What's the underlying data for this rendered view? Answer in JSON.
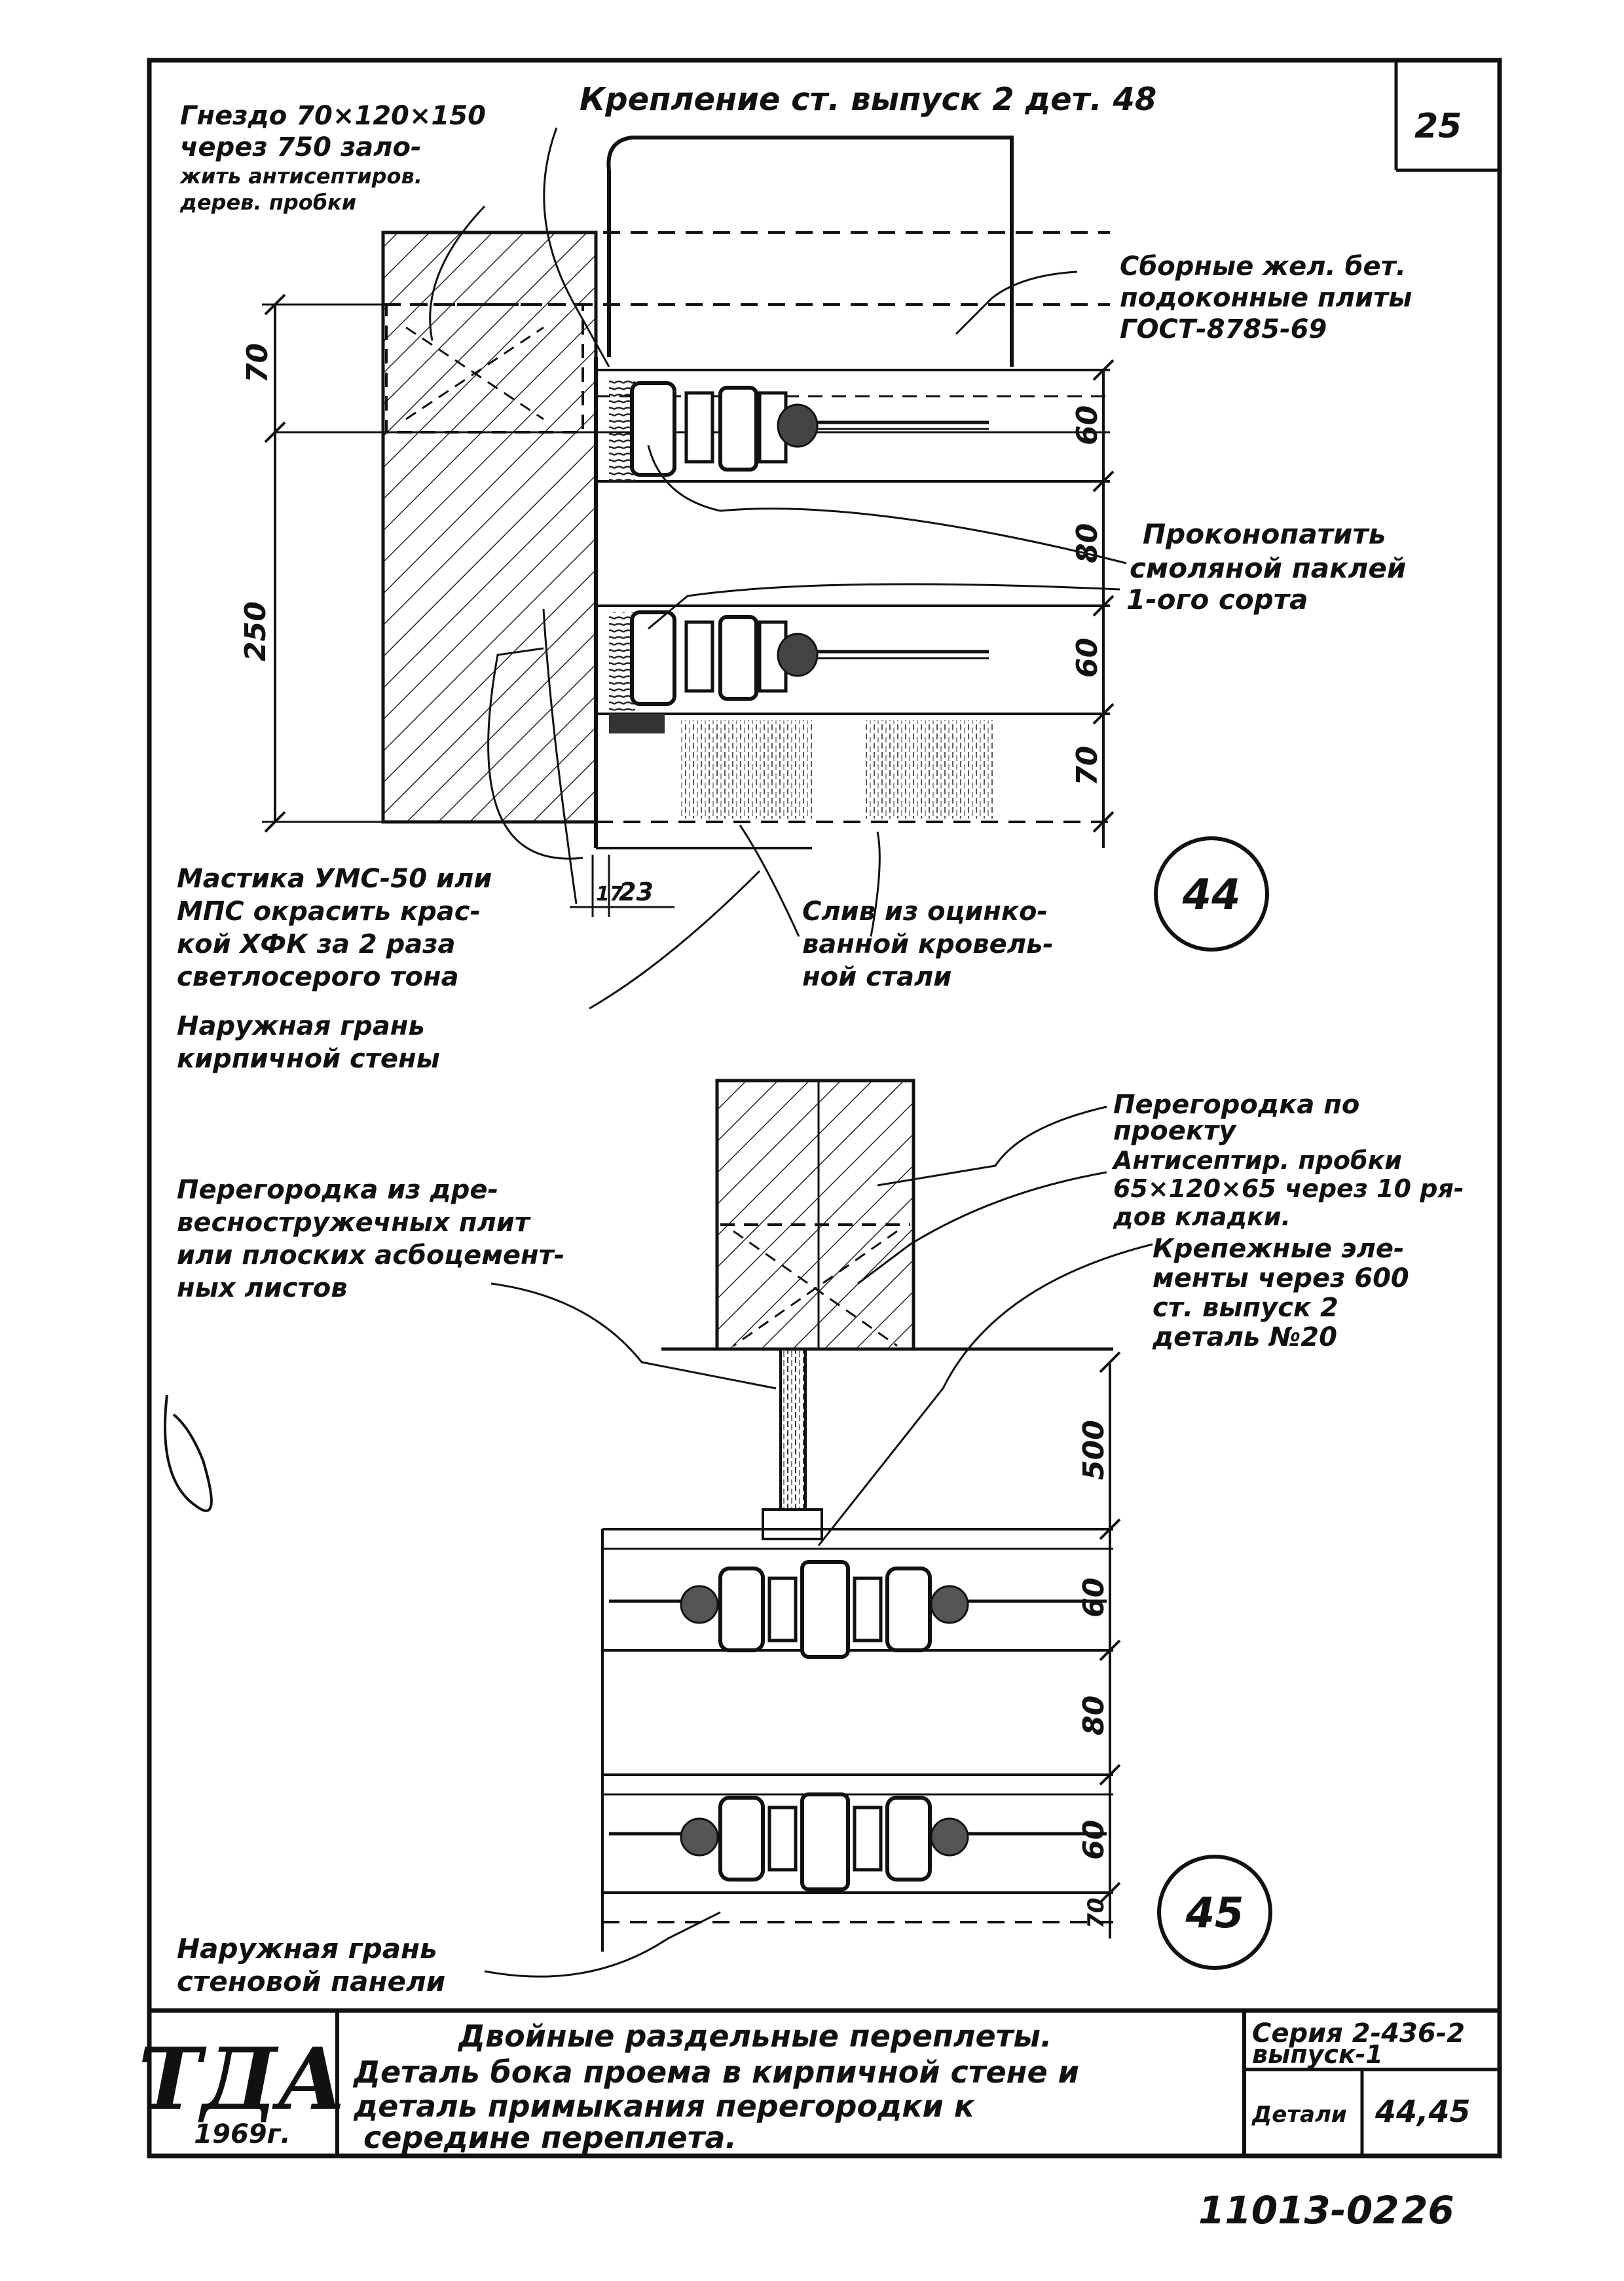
{
  "sheet": {
    "number": "25",
    "bottom_number": "11013-02",
    "bottom_page": "26"
  },
  "detail44": {
    "circle_label": "44",
    "notes": {
      "nest": [
        "Гнездо 70×120×150",
        "через 750 зало-",
        "жить антисептиров.",
        "дерев. пробки"
      ],
      "fastening": "Крепление ст. выпуск 2 дет. 48",
      "sill": [
        "Сборные жел. бет.",
        "подоконные плиты",
        "ГОСТ-8785-69"
      ],
      "caulk": [
        "Проконопатить",
        "смоляной паклей",
        "1-ого сорта"
      ],
      "mastic": [
        "Мастика УМС-50 или",
        "МПС окрасить крас-",
        "кой ХФК за 2 раза",
        "светлосерого тона"
      ],
      "outer_face": [
        "Наружная грань",
        "кирпичной стены"
      ],
      "drip": [
        "Слив из оцинко-",
        "ванной кровель-",
        "ной стали"
      ]
    },
    "dims_left": [
      "70",
      "250"
    ],
    "dims_right": [
      "60",
      "80",
      "60",
      "70"
    ],
    "dims_bottom": [
      "17",
      "23"
    ]
  },
  "detail45": {
    "circle_label": "45",
    "notes": {
      "partition_project": [
        "Перегородка по",
        "проекту"
      ],
      "antiseptic": [
        "Антисептир. пробки",
        "65×120×65 через 10 ря-",
        "дов кладки."
      ],
      "fasteners": [
        "Крепежные эле-",
        "менты через 600",
        "ст. выпуск 2",
        "деталь №20"
      ],
      "partition_board": [
        "Перегородка из дре-",
        "весностружечных плит",
        "или плоских асбоцемент-",
        "ных листов"
      ],
      "outer_face": [
        "Наружная грань",
        "стеновой панели"
      ]
    },
    "dims_right": [
      "500",
      "60",
      "80",
      "60",
      "70"
    ]
  },
  "title_block": {
    "logo": "ТДА",
    "year": "1969г.",
    "title_lines": [
      "Двойные раздельные переплеты.",
      "Деталь бока проема в кирпичной стене и",
      "деталь примыкания перегородки к",
      "середине переплета."
    ],
    "series": "Серия 2-436-2",
    "issue": "выпуск-1",
    "detail_label": "Детали",
    "detail_value": "44,45"
  }
}
